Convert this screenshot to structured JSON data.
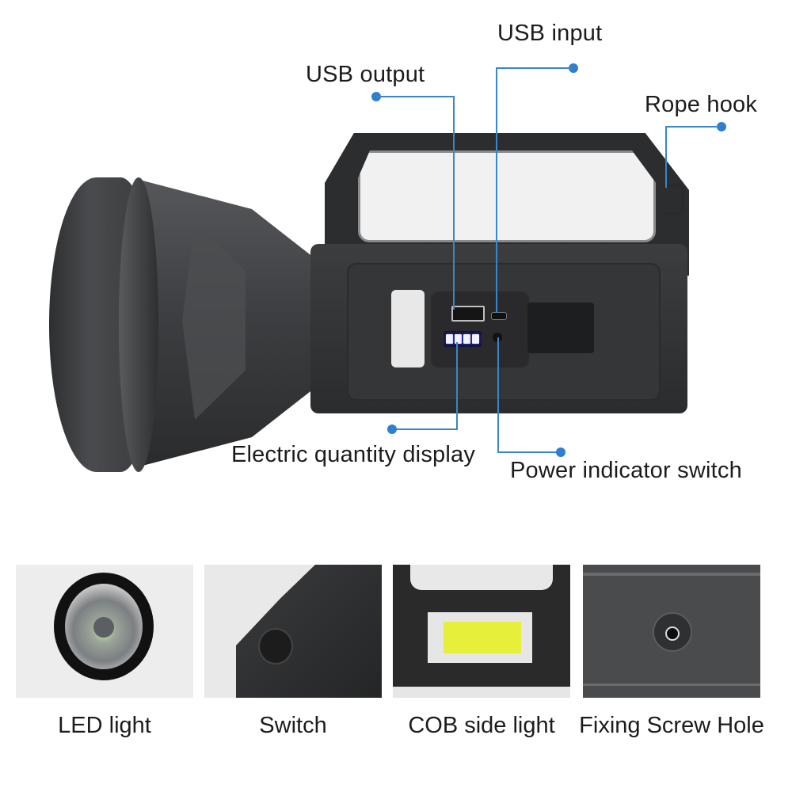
{
  "main_image": {
    "subject": "flashlight-side-view",
    "callouts": [
      {
        "id": "usb-output",
        "label": "USB output"
      },
      {
        "id": "usb-input",
        "label": "USB input"
      },
      {
        "id": "rope-hook",
        "label": "Rope hook"
      },
      {
        "id": "electric-quantity-display",
        "label": "Electric quantity display"
      },
      {
        "id": "power-indicator-switch",
        "label": "Power indicator switch"
      }
    ],
    "battery_indicator_bars": 4,
    "callout_color": "#2f7fd0"
  },
  "thumbnails": [
    {
      "id": "led-light",
      "label": "LED light"
    },
    {
      "id": "switch",
      "label": "Switch"
    },
    {
      "id": "cob-side-light",
      "label": "COB side light"
    },
    {
      "id": "fixing-screw-hole",
      "label": "Fixing Screw Hole"
    }
  ],
  "colors": {
    "background": "#ffffff",
    "body": "#2c2d2f",
    "cob_yellow": "#e6ef3a",
    "indicator_blue": "#3b3bff"
  }
}
